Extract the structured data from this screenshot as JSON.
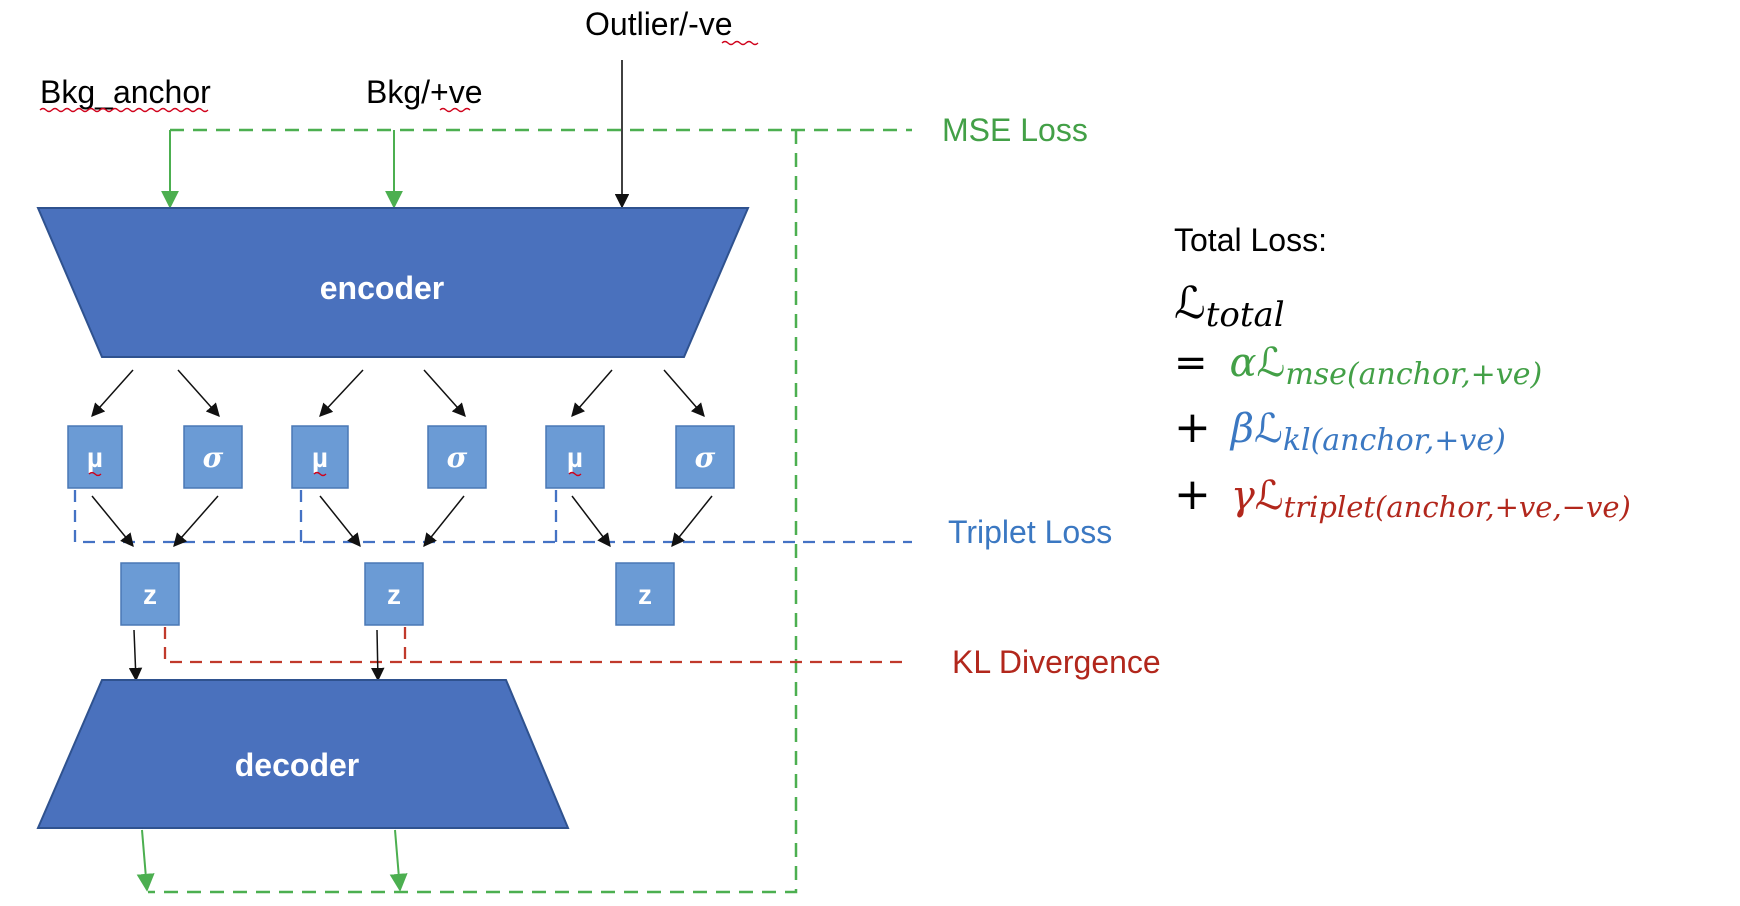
{
  "inputs": {
    "anchor": "Bkg_anchor",
    "positive": "Bkg/+ve",
    "outlier": "Outlier/-ve"
  },
  "encoder": {
    "label": "encoder"
  },
  "decoder": {
    "label": "decoder"
  },
  "latent": {
    "groups": [
      {
        "mu": "µ",
        "sigma": "σ",
        "z": "z"
      },
      {
        "mu": "µ",
        "sigma": "σ",
        "z": "z"
      },
      {
        "mu": "µ",
        "sigma": "σ",
        "z": "z"
      }
    ]
  },
  "losses": {
    "mse": "MSE Loss",
    "triplet": "Triplet Loss",
    "kl": "KL Divergence"
  },
  "total_loss": {
    "heading": "Total Loss:",
    "lhs_symbol": "ℒ",
    "lhs_sub": "total",
    "eq": "=",
    "plus": "+",
    "terms": [
      {
        "coef": "α",
        "symbol": "ℒ",
        "sub": "mse(anchor,+ve)"
      },
      {
        "coef": "β",
        "symbol": "ℒ",
        "sub": "kl(anchor,+ve)"
      },
      {
        "coef": "γ",
        "symbol": "ℒ",
        "sub": "triplet(anchor,+ve,−ve)"
      }
    ]
  },
  "colors": {
    "block": "#4a71bd",
    "block_border": "#2f528f",
    "latent_box": "#6b9bd5",
    "mse": "#4caf50",
    "mse_text": "#43a047",
    "triplet": "#4472c4",
    "triplet_text": "#3b78c2",
    "kl": "#c0392b",
    "kl_text": "#b2271c",
    "arrow": "#111111"
  }
}
